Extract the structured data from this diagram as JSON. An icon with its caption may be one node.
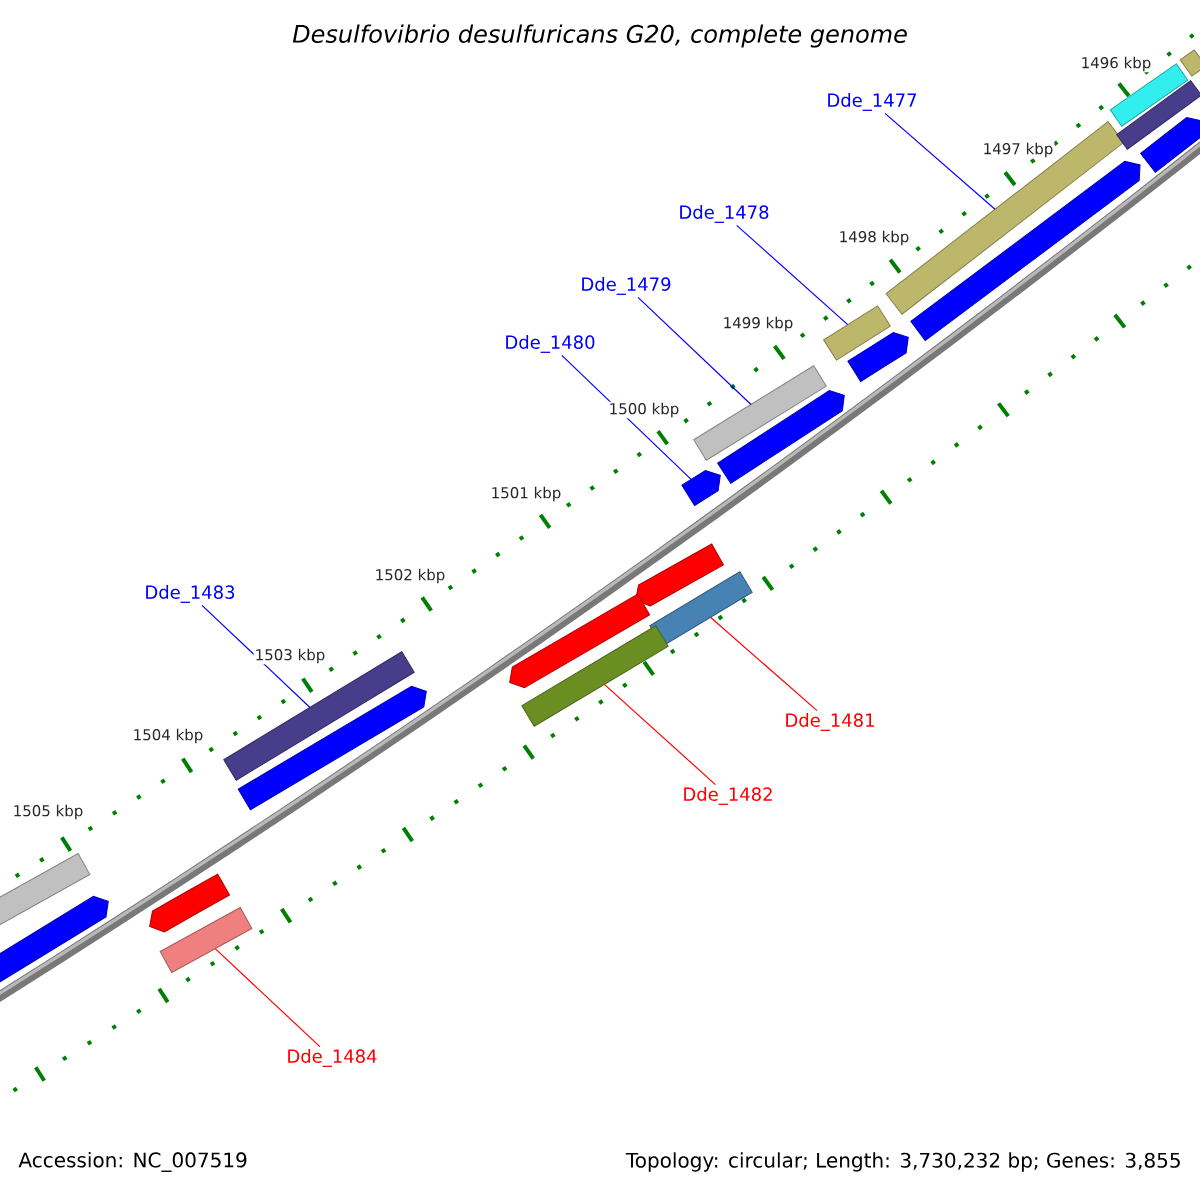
{
  "diagram": {
    "title": "Desulfovibrio desulfuricans G20, complete genome",
    "nodes": [
      {
        "text": [
          "Dde_1477"
        ]
      },
      {
        "text": [],
        "shape": "bar"
      },
      {
        "text": [
          "Dde_1478"
        ]
      },
      {
        "text": [],
        "shape": "bar"
      },
      {
        "text": [
          "Dde_1479"
        ]
      },
      {
        "text": [],
        "shape": "bar"
      },
      {
        "text": [
          "Dde_1480"
        ]
      },
      {
        "text": [],
        "shape": "arrow"
      },
      {
        "text": [
          "Dde_1483"
        ]
      },
      {
        "text": [],
        "shape": "bar"
      },
      {
        "text": [
          "Dde_1481"
        ]
      },
      {
        "text": [],
        "shape": "bar"
      },
      {
        "text": [
          "Dde_1482"
        ]
      },
      {
        "text": [],
        "shape": "bar"
      },
      {
        "text": [
          "Dde_1484"
        ]
      },
      {
        "text": [],
        "shape": "bar"
      },
      {
        "text": [],
        "shape": "arrow"
      },
      {
        "text": [],
        "shape": "arrow"
      },
      {
        "text": [],
        "shape": "arrow"
      },
      {
        "text": [],
        "shape": "arrow"
      },
      {
        "text": [],
        "shape": "arrow"
      },
      {
        "text": [],
        "shape": "arrow"
      },
      {
        "text": [],
        "shape": "bar"
      },
      {
        "text": [],
        "shape": "bar"
      },
      {
        "text": [],
        "shape": "bar"
      },
      {
        "text": [],
        "shape": "bar"
      },
      {
        "text": [],
        "shape": "arrow"
      },
      {
        "text": [],
        "shape": "arrow"
      },
      {
        "text": [],
        "shape": "arrow"
      }
    ],
    "edges": [
      {
        "from": 0,
        "to": 1,
        "arrow": "none",
        "color": "#0000ff"
      },
      {
        "from": 2,
        "to": 3,
        "arrow": "none",
        "color": "#0000ff"
      },
      {
        "from": 4,
        "to": 5,
        "arrow": "none",
        "color": "#0000ff"
      },
      {
        "from": 6,
        "to": 7,
        "arrow": "none",
        "color": "#0000ff"
      },
      {
        "from": 8,
        "to": 9,
        "arrow": "none",
        "color": "#0000ff"
      },
      {
        "from": 10,
        "to": 11,
        "arrow": "none",
        "color": "#ff0000"
      },
      {
        "from": 12,
        "to": 13,
        "arrow": "none",
        "color": "#ff0000"
      },
      {
        "from": 14,
        "to": 15,
        "arrow": "none",
        "color": "#ff0000"
      }
    ],
    "labels": [
      "1496 kbp",
      "1497 kbp",
      "1498 kbp",
      "1499 kbp",
      "1500 kbp",
      "1501 kbp",
      "1502 kbp",
      "1503 kbp",
      "1504 kbp",
      "1505 kbp",
      "Accession: NC_007519",
      "Topology: circular; Length: 3,730,232 bp; Genes: 3,855"
    ]
  }
}
